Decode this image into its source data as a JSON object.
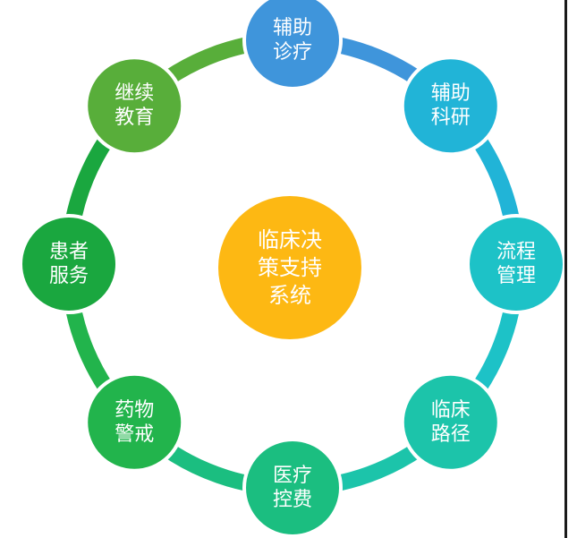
{
  "diagram": {
    "center": {
      "text": "临床决\n策支持\n系统",
      "color": "#FDB813"
    },
    "nodes": [
      {
        "id": "auxiliary-diagnosis",
        "text": "辅助\n诊疗",
        "color": "#3F95DB"
      },
      {
        "id": "auxiliary-research",
        "text": "辅助\n科研",
        "color": "#21B4D7"
      },
      {
        "id": "process-management",
        "text": "流程\n管理",
        "color": "#1DC2C7"
      },
      {
        "id": "clinical-pathway",
        "text": "临床\n路径",
        "color": "#1CC4AA"
      },
      {
        "id": "medical-cost-control",
        "text": "医疗\n控费",
        "color": "#1BBE80"
      },
      {
        "id": "drug-alert",
        "text": "药物\n警戒",
        "color": "#22B44C"
      },
      {
        "id": "patient-service",
        "text": "患者\n服务",
        "color": "#1AA73F"
      },
      {
        "id": "continuing-education",
        "text": "继续\n教育",
        "color": "#58AE3A"
      }
    ],
    "ring_colors": [
      "#3F95DB",
      "#21B4D7",
      "#1DC2C7",
      "#1CC4AA",
      "#1BBE80",
      "#22B44C",
      "#1AA73F",
      "#58AE3A"
    ]
  }
}
